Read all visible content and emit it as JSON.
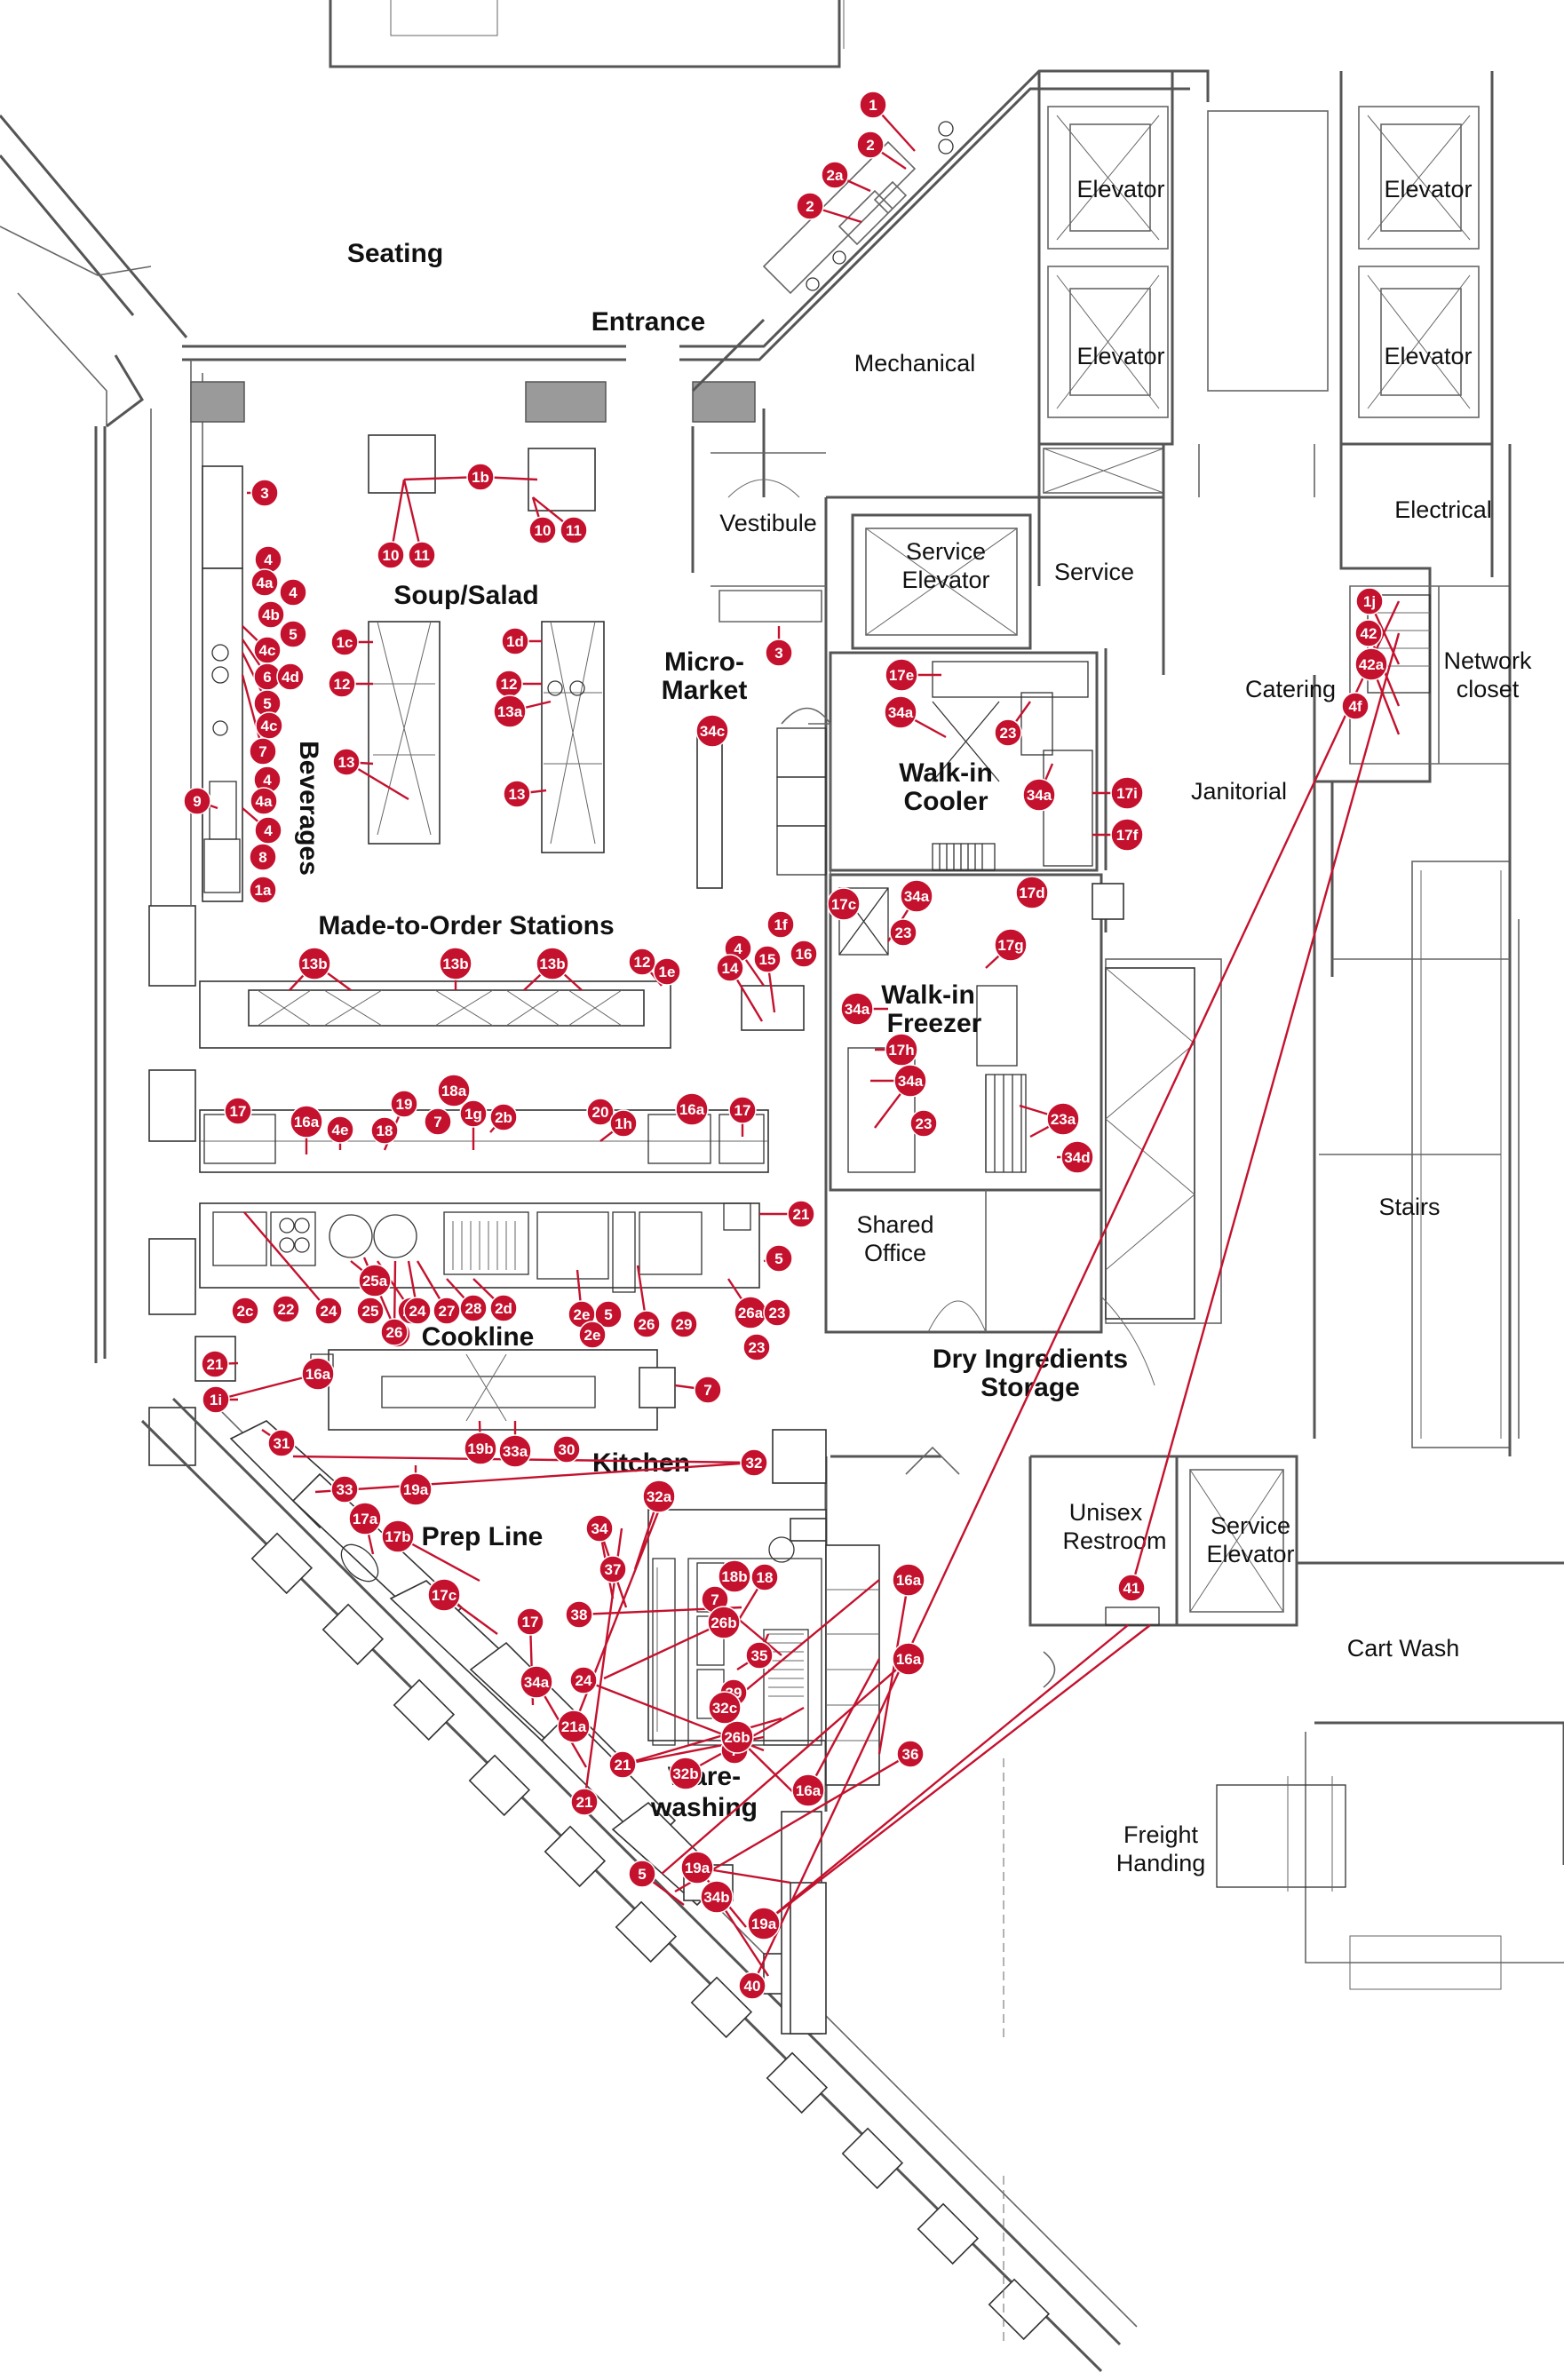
{
  "rooms": [
    {
      "id": "elevator-1",
      "text": "Elevator"
    },
    {
      "id": "elevator-2",
      "text": "Elevator"
    },
    {
      "id": "elevator-3",
      "text": "Elevator"
    },
    {
      "id": "elevator-4",
      "text": "Elevator"
    },
    {
      "id": "mechanical",
      "text": "Mechanical"
    },
    {
      "id": "vestibule",
      "text": "Vestibule"
    },
    {
      "id": "service-elevator-1",
      "lines": [
        "Service",
        "Elevator"
      ]
    },
    {
      "id": "service",
      "text": "Service"
    },
    {
      "id": "electrical",
      "text": "Electrical"
    },
    {
      "id": "catering",
      "text": "Catering"
    },
    {
      "id": "network-closet",
      "lines": [
        "Network",
        "closet"
      ]
    },
    {
      "id": "janitorial",
      "text": "Janitorial"
    },
    {
      "id": "shared-office",
      "lines": [
        "Shared",
        "Office"
      ]
    },
    {
      "id": "stairs",
      "text": "Stairs"
    },
    {
      "id": "unisex-restroom",
      "lines": [
        "Unisex",
        "Restroom"
      ]
    },
    {
      "id": "service-elevator-2",
      "lines": [
        "Service",
        "Elevator"
      ]
    },
    {
      "id": "cart-wash",
      "text": "Cart Wash"
    },
    {
      "id": "freight-handling",
      "lines": [
        "Freight",
        "Handing"
      ]
    }
  ],
  "areas": [
    {
      "id": "seating",
      "lines": [
        "Seating"
      ]
    },
    {
      "id": "entrance",
      "lines": [
        "Entrance"
      ]
    },
    {
      "id": "soup-salad",
      "lines": [
        "Soup/Salad"
      ]
    },
    {
      "id": "micro-market",
      "lines": [
        "Micro-",
        "Market"
      ]
    },
    {
      "id": "walk-in-cooler",
      "lines": [
        "Walk-in",
        "Cooler"
      ]
    },
    {
      "id": "beverages",
      "lines": [
        "Beverages"
      ]
    },
    {
      "id": "made-to-order",
      "lines": [
        "Made-to-Order Stations"
      ]
    },
    {
      "id": "walk-in-freezer",
      "lines": [
        "Walk-in",
        "Freezer"
      ]
    },
    {
      "id": "cookline",
      "lines": [
        "Cookline"
      ]
    },
    {
      "id": "dry-ingredients",
      "lines": [
        "Dry Ingredients",
        "Storage"
      ]
    },
    {
      "id": "kitchen",
      "lines": [
        "Kitchen"
      ]
    },
    {
      "id": "prep-line",
      "lines": [
        "Prep Line"
      ]
    },
    {
      "id": "warewashing",
      "lines": [
        "Ware-",
        "washing"
      ]
    }
  ],
  "tags": [
    "1",
    "2",
    "2a",
    "2",
    "1b",
    "10",
    "11",
    "10",
    "11",
    "3",
    "3",
    "4",
    "4a",
    "4",
    "4b",
    "5",
    "4c",
    "6",
    "4d",
    "5",
    "4c",
    "7",
    "4",
    "4a",
    "9",
    "4",
    "8",
    "1a",
    "1c",
    "12",
    "13",
    "1d",
    "12",
    "13a",
    "13",
    "34c",
    "17e",
    "34a",
    "23",
    "34a",
    "17i",
    "17f",
    "17c",
    "1f",
    "34a",
    "23",
    "17d",
    "17g",
    "4",
    "14",
    "15",
    "16",
    "34a",
    "17h",
    "34a",
    "23",
    "23a",
    "34d",
    "13b",
    "13b",
    "13b",
    "12",
    "1e",
    "17",
    "16a",
    "4e",
    "18",
    "19",
    "7",
    "18a",
    "1g",
    "2b",
    "20",
    "1h",
    "16a",
    "17",
    "21",
    "5",
    "2c",
    "22",
    "24",
    "25",
    "25a",
    "24",
    "25",
    "26",
    "24",
    "27",
    "28",
    "2d",
    "2e",
    "5",
    "2e",
    "26",
    "29",
    "26a",
    "23",
    "23",
    "21",
    "16a",
    "1i",
    "7",
    "19b",
    "33a",
    "30",
    "19a",
    "31",
    "32",
    "33",
    "17a",
    "17b",
    "17c",
    "17",
    "34a",
    "21a",
    "21",
    "32a",
    "34",
    "37",
    "38",
    "18b",
    "18",
    "7",
    "26b",
    "35",
    "24",
    "39",
    "7",
    "21",
    "32b",
    "26b",
    "32c",
    "16a",
    "16a",
    "16a",
    "36",
    "5",
    "19a",
    "34b",
    "19a",
    "40",
    "41",
    "1j",
    "42",
    "42a",
    "4f"
  ]
}
